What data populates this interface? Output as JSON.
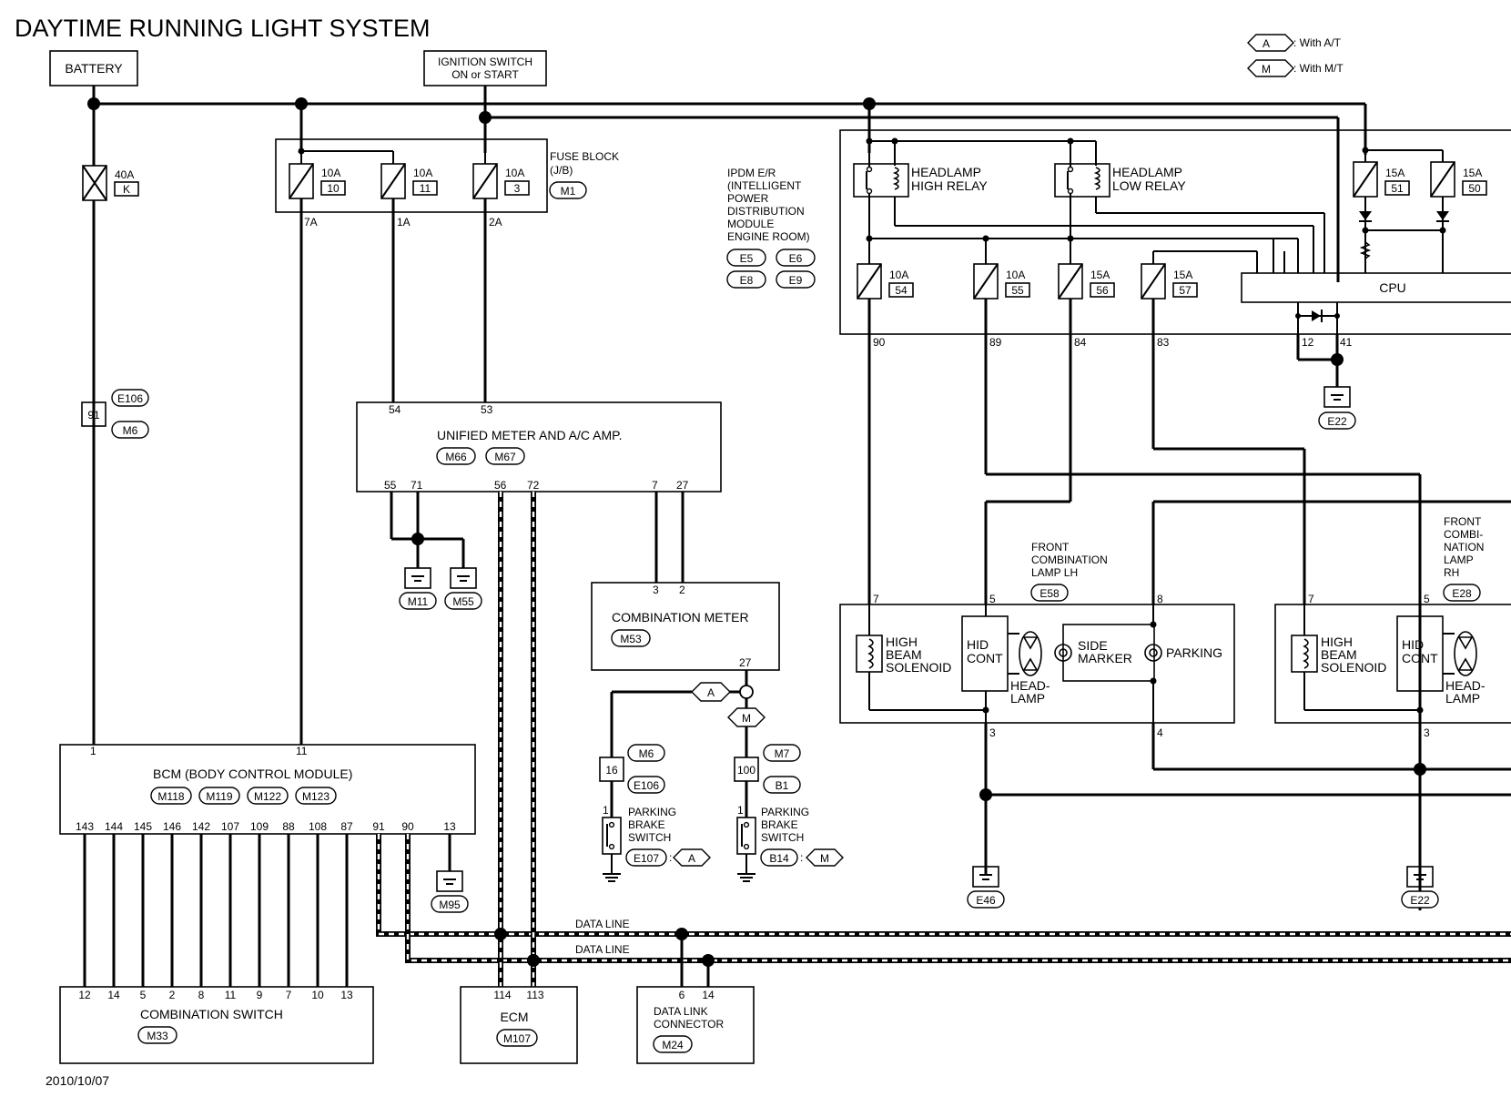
{
  "title": "DAYTIME RUNNING LIGHT SYSTEM",
  "date": "2010/10/07",
  "legend": {
    "at_code": "A",
    "at_label": ": With A/T",
    "mt_code": "M",
    "mt_label": ": With M/T"
  },
  "battery": {
    "label": "BATTERY",
    "fuse_amp": "40A",
    "fuse_id": "K"
  },
  "ignition": {
    "line1": "IGNITION SWITCH",
    "line2": "ON or START"
  },
  "fuse_block": {
    "line1": "FUSE BLOCK",
    "line2": "(J/B)",
    "conn": "M1",
    "fuses": [
      {
        "amp": "10A",
        "num": "10",
        "pin": "7A"
      },
      {
        "amp": "10A",
        "num": "11",
        "pin": "1A"
      },
      {
        "amp": "10A",
        "num": "3",
        "pin": "2A"
      }
    ]
  },
  "ipdm": {
    "lines": [
      "IPDM E/R",
      "(INTELLIGENT",
      "POWER",
      "DISTRIBUTION",
      "MODULE",
      "ENGINE ROOM)"
    ],
    "conns": [
      "E5",
      "E6",
      "E8",
      "E9"
    ],
    "high_relay": [
      "HEADLAMP",
      "HIGH RELAY"
    ],
    "low_relay": [
      "HEADLAMP",
      "LOW RELAY"
    ],
    "cpu": "CPU",
    "fuses": [
      {
        "amp": "10A",
        "num": "54",
        "pin": "90"
      },
      {
        "amp": "10A",
        "num": "55",
        "pin": "89"
      },
      {
        "amp": "15A",
        "num": "56",
        "pin": "84"
      },
      {
        "amp": "15A",
        "num": "57",
        "pin": "83"
      },
      {
        "amp": "15A",
        "num": "51"
      },
      {
        "amp": "15A",
        "num": "50"
      }
    ],
    "gnd_pins": [
      "12",
      "41"
    ],
    "gnd": "E22"
  },
  "junction": {
    "pin": "91",
    "conn_a": "E106",
    "conn_b": "M6"
  },
  "meter_amp": {
    "name": "UNIFIED METER AND A/C AMP.",
    "conns": [
      "M66",
      "M67"
    ],
    "pins_top": [
      "54",
      "53"
    ],
    "pins_bottom": [
      "55",
      "71",
      "56",
      "72",
      "7",
      "27"
    ],
    "gnds": [
      "M11",
      "M55"
    ]
  },
  "combo_meter": {
    "name": "COMBINATION METER",
    "conn": "M53",
    "pins_top": [
      "3",
      "2"
    ],
    "pin_bottom": "27"
  },
  "bcm": {
    "name": "BCM (BODY CONTROL MODULE)",
    "conns": [
      "M118",
      "M119",
      "M122",
      "M123"
    ],
    "pins_top": [
      "1",
      "11"
    ],
    "pins_bottom": [
      "143",
      "144",
      "145",
      "146",
      "142",
      "107",
      "109",
      "88",
      "108",
      "87",
      "91",
      "90",
      "13"
    ],
    "gnd": "M95"
  },
  "combo_switch": {
    "name": "COMBINATION SWITCH",
    "conn": "M33",
    "pins": [
      "12",
      "14",
      "5",
      "2",
      "8",
      "11",
      "9",
      "7",
      "10",
      "13"
    ]
  },
  "ecm": {
    "name": "ECM",
    "conn": "M107",
    "pins": [
      "114",
      "113"
    ]
  },
  "dlc": {
    "line1": "DATA LINK",
    "line2": "CONNECTOR",
    "conn": "M24",
    "pins": [
      "6",
      "14"
    ]
  },
  "data_line": "DATA LINE",
  "parking_at": {
    "junction_pin": "16",
    "conn_a": "M6",
    "conn_b": "E106",
    "lines": [
      "PARKING",
      "BRAKE",
      "SWITCH"
    ],
    "conn": "E107",
    "code": "A",
    "pin": "1"
  },
  "parking_mt": {
    "junction_pin": "100",
    "conn_a": "M7",
    "conn_b": "B1",
    "lines": [
      "PARKING",
      "BRAKE",
      "SWITCH"
    ],
    "conn": "B14",
    "code": "M",
    "pin": "1"
  },
  "lamp_lh": {
    "lines": [
      "FRONT",
      "COMBINATION",
      "LAMP LH"
    ],
    "conn": "E58",
    "pins": [
      "7",
      "5",
      "8",
      "3",
      "4"
    ],
    "solenoid": [
      "HIGH",
      "BEAM",
      "SOLENOID"
    ],
    "hid": [
      "HID",
      "CONT"
    ],
    "headlamp": [
      "HEAD-",
      "LAMP"
    ],
    "side": [
      "SIDE",
      "MARKER"
    ],
    "parking": "PARKING",
    "gnd": "E46"
  },
  "lamp_rh": {
    "lines": [
      "FRONT",
      "COMBI-",
      "NATION",
      "LAMP",
      "RH"
    ],
    "conn": "E28",
    "pins": [
      "7",
      "5",
      "3"
    ],
    "solenoid": [
      "HIGH",
      "BEAM",
      "SOLENOID"
    ],
    "hid": [
      "HID",
      "CONT"
    ],
    "headlamp": [
      "HEAD-",
      "LAMP"
    ],
    "gnd": "E22"
  }
}
